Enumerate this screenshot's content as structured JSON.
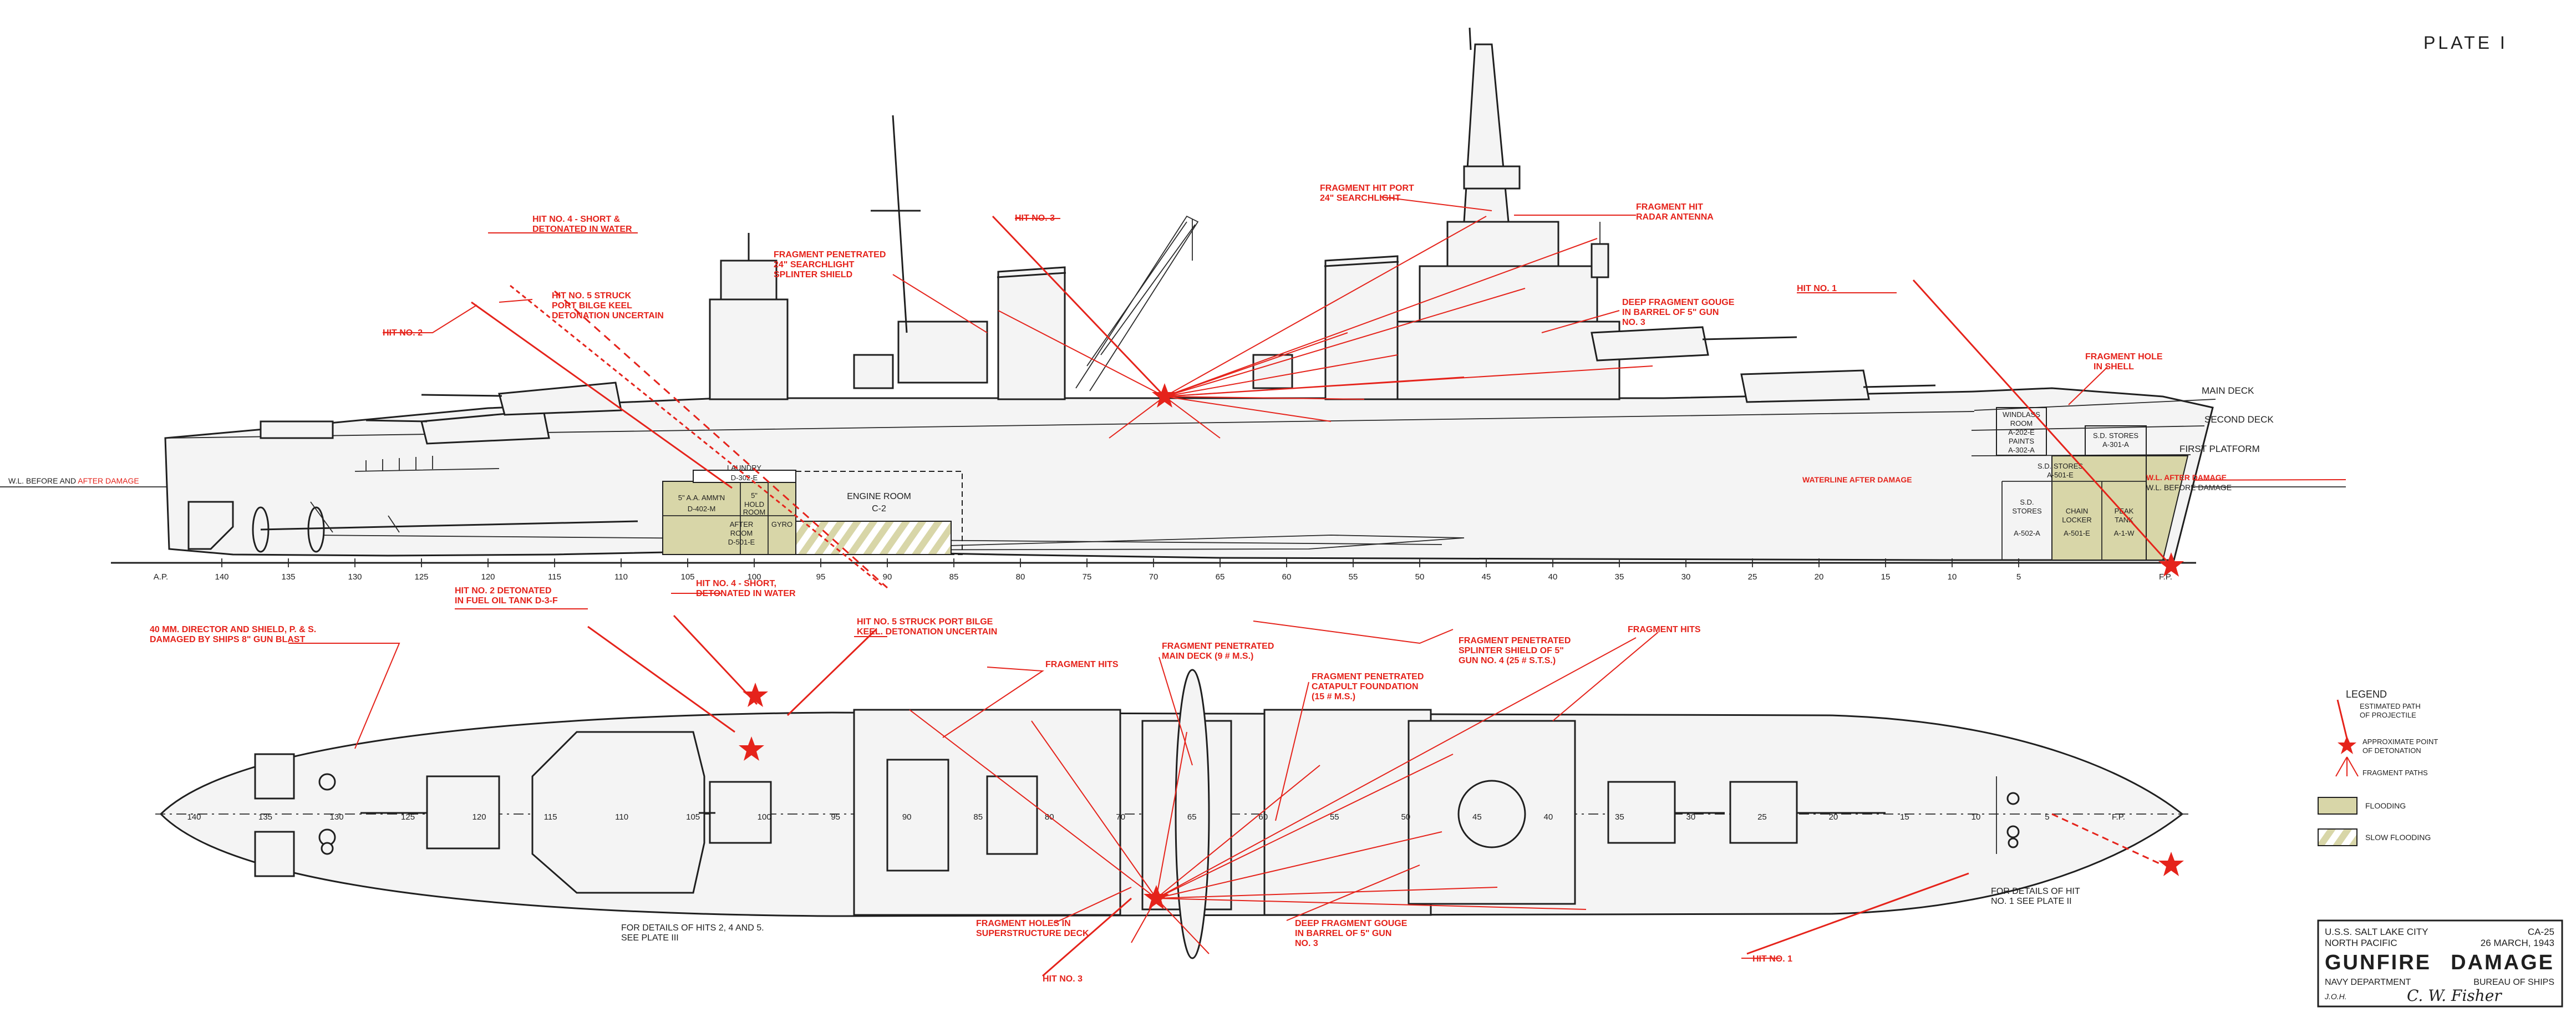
{
  "plate": "PLATE I",
  "colors": {
    "damage": "#e5231b",
    "flooding": "#d8d6a8",
    "ink": "#1f1f1f"
  },
  "reference_lines": {
    "wl_before_after_left": "W.L. BEFORE AND",
    "wl_after_damage_left": "AFTER DAMAGE",
    "waterline_after": "WATERLINE AFTER DAMAGE",
    "wl_after_right": "W.L. AFTER DAMAGE",
    "wl_before_right": "W.L. BEFORE DAMAGE"
  },
  "decks": {
    "main": "MAIN DECK",
    "second": "SECOND DECK",
    "first_platform": "FIRST PLATFORM"
  },
  "frame_scale": {
    "ap": "A.P.",
    "fp": "F.P.",
    "numbers": [
      "140",
      "135",
      "130",
      "125",
      "120",
      "115",
      "110",
      "105",
      "100",
      "95",
      "90",
      "85",
      "80",
      "75",
      "70",
      "65",
      "60",
      "55",
      "50",
      "45",
      "40",
      "35",
      "30",
      "25",
      "20",
      "15",
      "10",
      "5"
    ]
  },
  "plan_frames": [
    "140",
    "135",
    "130",
    "125",
    "120",
    "115",
    "110",
    "105",
    "100",
    "95",
    "90",
    "85",
    "80",
    "70",
    "65",
    "60",
    "55",
    "50",
    "45",
    "40",
    "35",
    "30",
    "25",
    "20",
    "15",
    "10",
    "5",
    "F.P."
  ],
  "compartments": {
    "laundry": [
      "LAUNDRY",
      "D-302-E"
    ],
    "ammo": [
      "5\" A.A. AMM'N",
      "D-402-M"
    ],
    "hold": [
      "5\"",
      "HOLD",
      "ROOM"
    ],
    "after_room": [
      "AFTER",
      "ROOM",
      "D-501-E"
    ],
    "gyro": [
      "GYRO"
    ],
    "engine": [
      "ENGINE ROOM",
      "C-2"
    ],
    "windlass": [
      "WINDLASS",
      "ROOM",
      "A-202-E"
    ],
    "paints": [
      "PAINTS",
      "A-302-A"
    ],
    "sd_stores_a301": [
      "S.D. STORES",
      "A-301-A"
    ],
    "sd_stores_a501": [
      "S.D. STORES",
      "A-501-E"
    ],
    "sd_stores_a502": [
      "S.D.",
      "STORES",
      "A-502-A"
    ],
    "chain_locker": [
      "CHAIN",
      "LOCKER",
      "A-501-E"
    ],
    "peak_tank": [
      "PEAK",
      "TANK",
      "A-1-W"
    ]
  },
  "annotations": {
    "hit4_top": [
      "HIT NO. 4 - SHORT &",
      "DETONATED IN WATER"
    ],
    "hit5_top": [
      "HIT NO. 5 STRUCK",
      "PORT BILGE KEEL",
      "DETONATION UNCERTAIN"
    ],
    "hit2_top": "HIT NO. 2",
    "hit3_top": "HIT NO. 3",
    "frag_24_searchlight": [
      "FRAGMENT PENETRATED",
      "24\" SEARCHLIGHT",
      "SPLINTER SHIELD"
    ],
    "frag_hit_port": [
      "FRAGMENT HIT PORT",
      "24\" SEARCHLIGHT"
    ],
    "frag_radar": [
      "FRAGMENT HIT",
      "RADAR ANTENNA"
    ],
    "deep_gouge_top": [
      "DEEP FRAGMENT GOUGE",
      "IN BARREL OF 5\" GUN",
      "NO. 3"
    ],
    "hit1_top": "HIT NO. 1",
    "frag_hole_shell": [
      "FRAGMENT HOLE",
      "IN SHELL"
    ],
    "hit2_detonated": [
      "HIT NO. 2 DETONATED",
      "IN FUEL OIL TANK D-3-F"
    ],
    "hit4_mid": [
      "HIT NO. 4 - SHORT,",
      "DETONATED IN WATER"
    ],
    "hit5_mid": [
      "HIT NO. 5 STRUCK PORT BILGE",
      "KEEL. DETONATION UNCERTAIN"
    ],
    "director_40mm": [
      "40 MM. DIRECTOR AND SHIELD, P. & S.",
      "DAMAGED BY SHIPS 8\" GUN BLAST"
    ],
    "fragment_hits_1": "FRAGMENT HITS",
    "frag_main_deck": [
      "FRAGMENT PENETRATED",
      "MAIN DECK (9 # M.S.)"
    ],
    "frag_catapult": [
      "FRAGMENT PENETRATED",
      "CATAPULT FOUNDATION",
      "(15 # M.S.)"
    ],
    "frag_splinter_5in": [
      "FRAGMENT PENETRATED",
      "SPLINTER SHIELD OF 5\"",
      "GUN NO. 4 (25 # S.T.S.)"
    ],
    "fragment_hits_2": "FRAGMENT HITS",
    "details_hits": [
      "FOR DETAILS OF HITS 2, 4 AND 5.",
      "SEE PLATE III"
    ],
    "frag_holes_super": [
      "FRAGMENT HOLES IN",
      "SUPERSTRUCTURE DECK"
    ],
    "hit3_bottom": "HIT NO. 3",
    "deep_gouge_bottom": [
      "DEEP FRAGMENT GOUGE",
      "IN BARREL OF 5\" GUN",
      "NO. 3"
    ],
    "hit1_bottom": "HIT NO. 1",
    "details_hit1": [
      "FOR DETAILS OF HIT",
      "NO. 1 SEE PLATE II"
    ]
  },
  "legend": {
    "title": "LEGEND",
    "path": [
      "ESTIMATED PATH",
      "OF PROJECTILE"
    ],
    "detonation": [
      "APPROXIMATE POINT",
      "OF DETONATION"
    ],
    "fragments": "FRAGMENT PATHS",
    "flooding": "FLOODING",
    "slow_flooding": "SLOW FLOODING"
  },
  "title_block": {
    "ship": "U.S.S. SALT LAKE CITY",
    "hull": "CA-25",
    "area": "NORTH PACIFIC",
    "date": "26 MARCH, 1943",
    "title_left": "GUNFIRE",
    "title_right": "DAMAGE",
    "dept": "NAVY DEPARTMENT",
    "bureau": "BUREAU OF SHIPS",
    "initials": "J.O.H.",
    "signature": "C. W. Fisher"
  }
}
